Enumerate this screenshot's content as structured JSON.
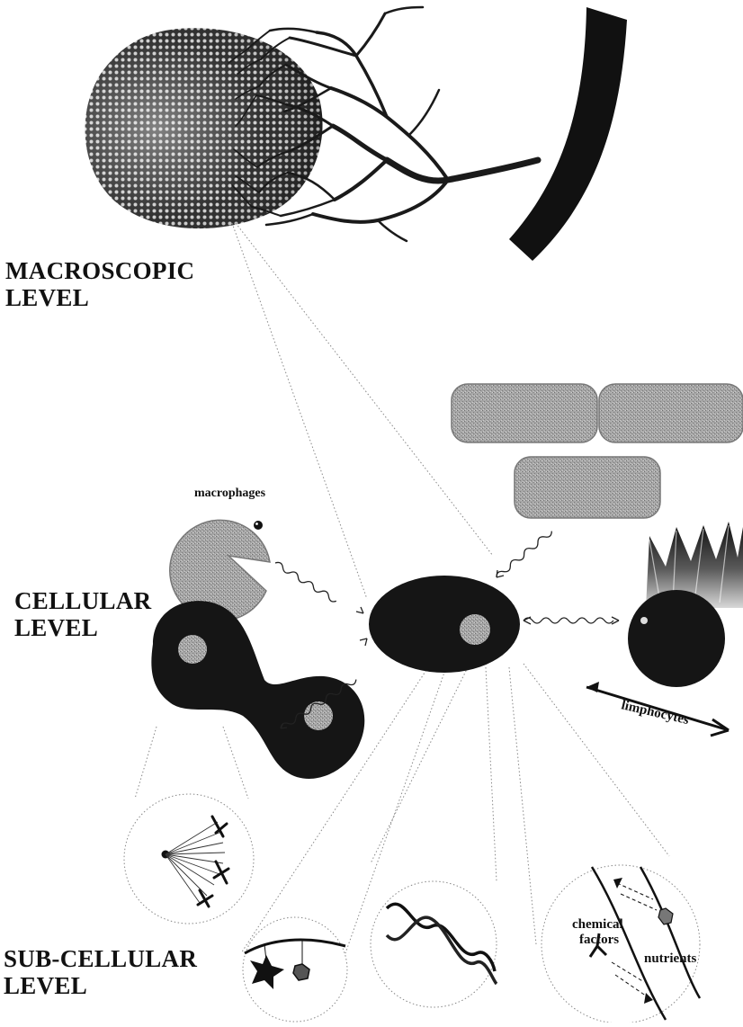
{
  "labels": {
    "macroscopic": "MACROSCOPIC\nLEVEL",
    "cellular": "CELLULAR\nLEVEL",
    "subcellular": "SUB-CELLULAR\nLEVEL"
  },
  "annotations": {
    "macrophages": "macrophages",
    "limphocytes": "limphocytes",
    "chemical": "chemical",
    "factors": "factors",
    "nutrients": "nutrients"
  },
  "colors": {
    "ink": "#111111",
    "tumor_dark": "#151515",
    "tumor_light": "#b9b9b9",
    "cell_gray": "#9d9d9d",
    "nucleus": "#a8a8a8",
    "vessel": "#1a1a1a"
  }
}
